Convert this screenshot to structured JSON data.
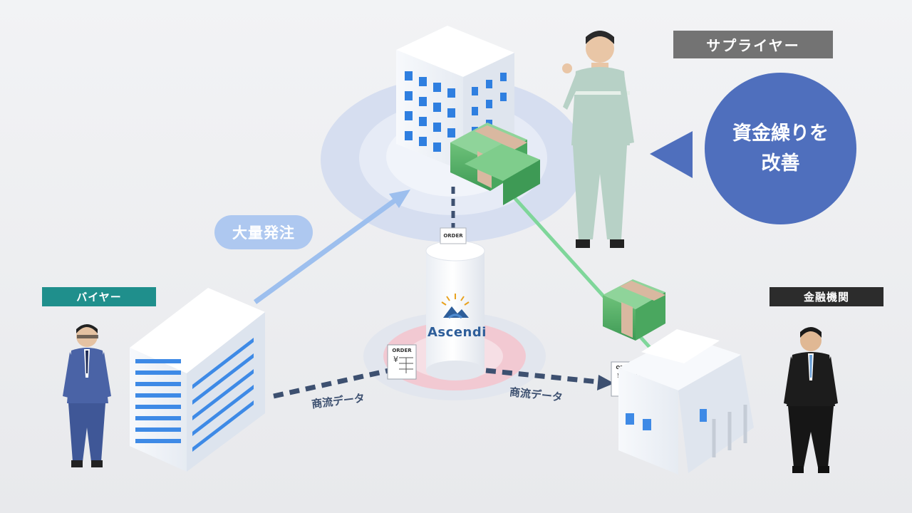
{
  "roles": {
    "supplier": "サプライヤー",
    "buyer": "バイヤー",
    "bank": "金融機関"
  },
  "callouts": {
    "bulk_order": "大量発注",
    "improve_line1": "資金繰りを",
    "improve_line2": "改善"
  },
  "flows": {
    "left_label": "商流データ",
    "right_label": "商流データ"
  },
  "platform": {
    "brand": "Ascendi"
  },
  "documents": {
    "order_label": "ORDER",
    "yen_symbol": "¥"
  },
  "colors": {
    "supplier_tag": "#737373",
    "buyer_tag": "#1f8f8c",
    "bank_tag": "#2c2c2c",
    "bubble": "#4f6fbd",
    "pill": "#aec8f0",
    "money_line": "#7fd69a",
    "flow_arrow": "#3d5070"
  }
}
